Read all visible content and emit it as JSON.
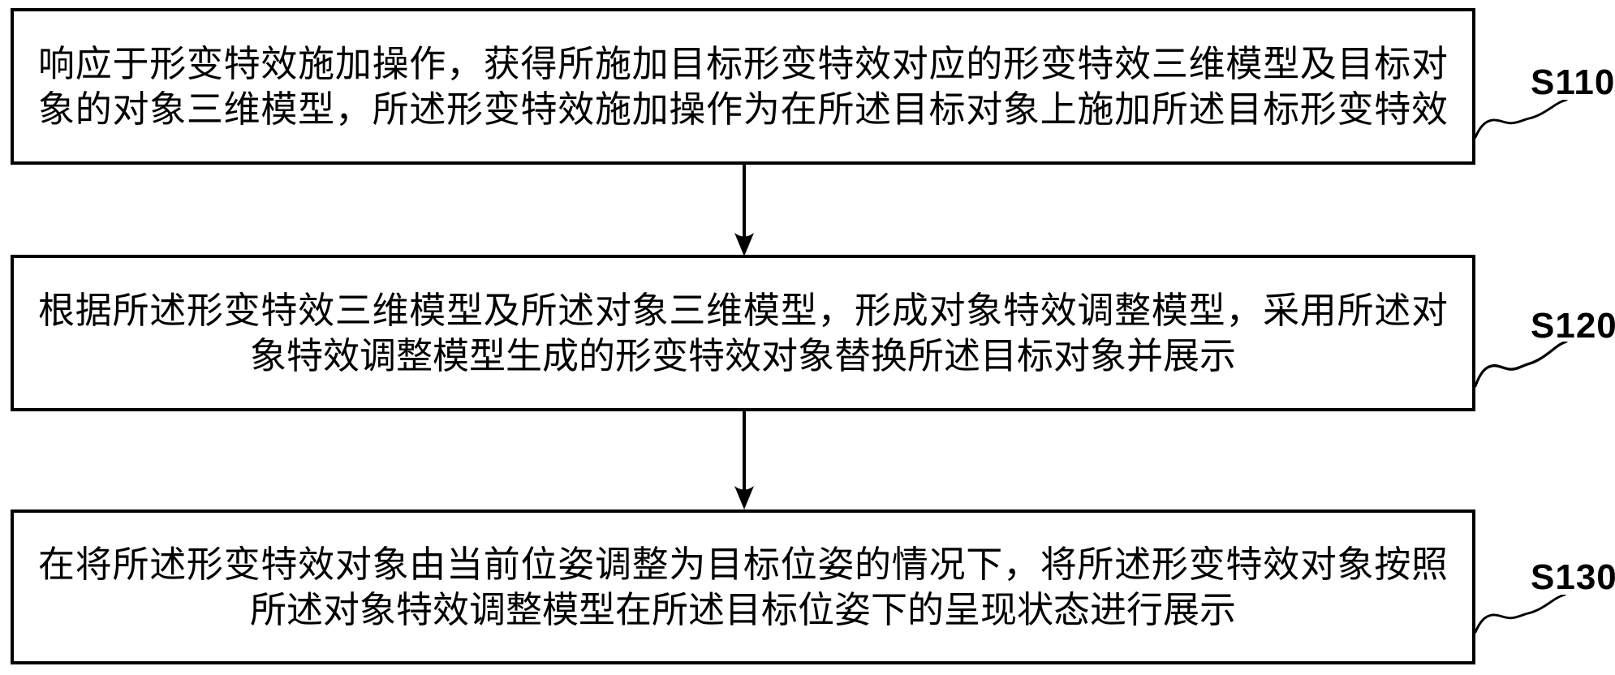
{
  "figure": {
    "background_color": "#ffffff",
    "line_color": "#000000"
  },
  "flowchart": {
    "steps": [
      {
        "label": "S110",
        "lines": [
          "响应于形变特效施加操作，获得所施加目标形变特效对应的形变特效三维模型及目标对",
          "象的对象三维模型，所述形变特效施加操作为在所述目标对象上施加所述目标形变特效"
        ]
      },
      {
        "label": "S120",
        "lines": [
          "根据所述形变特效三维模型及所述对象三维模型，形成对象特效调整模型，采用所述对",
          "象特效调整模型生成的形变特效对象替换所述目标对象并展示"
        ]
      },
      {
        "label": "S130",
        "lines": [
          "在将所述形变特效对象由当前位姿调整为目标位姿的情况下，将所述形变特效对象按照",
          "所述对象特效调整模型在所述目标位姿下的呈现状态进行展示"
        ]
      }
    ]
  }
}
